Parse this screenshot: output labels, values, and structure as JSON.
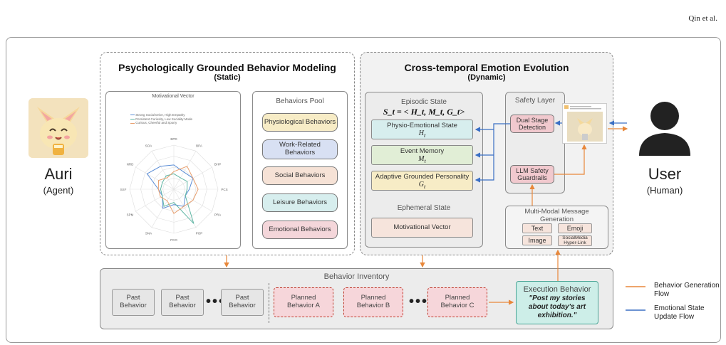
{
  "header": {
    "author": "Qin et al."
  },
  "agent": {
    "name": "Auri",
    "role": "(Agent)"
  },
  "user": {
    "name": "User",
    "role": "(Human)"
  },
  "static_section": {
    "title": "Psychologically Grounded Behavior Modeling",
    "subtitle": "(Static)",
    "motivational_vector": {
      "title": "Motivational Vector",
      "axes": [
        "BPD",
        "BPA",
        "BHP",
        "PCS",
        "PRA",
        "POP",
        "PCO",
        "SNA",
        "SPM",
        "SSF",
        "NRD",
        "SOA"
      ],
      "series": [
        {
          "name": "Strong Social Drive, High Empathy",
          "color": "#5b8dd6",
          "values": [
            0.55,
            0.45,
            0.5,
            0.35,
            0.3,
            0.45,
            0.35,
            0.5,
            0.3,
            0.35,
            0.7,
            0.6
          ]
        },
        {
          "name": "Persistent Curiosity, Low Sociality Mode",
          "color": "#5fb6a4",
          "values": [
            0.35,
            0.3,
            0.35,
            0.3,
            0.3,
            0.9,
            0.3,
            0.45,
            0.3,
            0.3,
            0.3,
            0.35
          ]
        },
        {
          "name": "Curious, Cheerful and Sporty",
          "color": "#e8a070",
          "values": [
            0.4,
            0.6,
            0.5,
            0.55,
            0.5,
            0.45,
            0.55,
            0.3,
            0.35,
            0.35,
            0.4,
            0.3
          ]
        }
      ]
    },
    "behaviors_pool": {
      "title": "Behaviors Pool",
      "items": [
        {
          "label": "Physiological Behaviors",
          "color": "#f7ecc6"
        },
        {
          "label": "Work-Related Behaviors",
          "color": "#d8e0f3"
        },
        {
          "label": "Social Behaviors",
          "color": "#f6e2d6"
        },
        {
          "label": "Leisure Behaviors",
          "color": "#d7eeee"
        },
        {
          "label": "Emotional Behaviors",
          "color": "#f4d6da"
        }
      ]
    }
  },
  "dynamic_section": {
    "title": "Cross-temporal Emotion Evolution",
    "subtitle": "(Dynamic)",
    "episodic": {
      "title": "Episodic State",
      "formula": "S_t = < H_t, M_t, G_t>",
      "states": [
        {
          "label": "Physio-Emotional State",
          "symbol": "H",
          "sub": "t",
          "color": "#d7eeee"
        },
        {
          "label": "Event Memory",
          "symbol": "M",
          "sub": "t",
          "color": "#e1eed6"
        },
        {
          "label": "Adaptive Grounded Personality",
          "symbol": "G",
          "sub": "t",
          "color": "#f7ecc6"
        }
      ]
    },
    "ephemeral": {
      "title": "Ephemeral State",
      "item": "Motivational Vector"
    },
    "safety": {
      "title": "Safety Layer",
      "items": [
        "Dual Stage Detection",
        "LLM Safety Guardrails"
      ]
    },
    "multimodal": {
      "title": "Multi-Modal Message Generation",
      "chips": [
        "Text",
        "Emoji",
        "Image",
        "SocialMedia Hyper-Link"
      ]
    }
  },
  "inventory": {
    "title": "Behavior Inventory",
    "past": [
      "Past Behavior",
      "Past Behavior",
      "Past Behavior"
    ],
    "planned": [
      "Planned Behavior A",
      "Planned Behavior B",
      "Planned Behavior C"
    ],
    "execution": {
      "title": "Execution Behavior",
      "quote": "\"Post my stories about today's art exhibition.\""
    }
  },
  "legend": [
    {
      "label": "Behavior Generation Flow",
      "color": "#e8873a"
    },
    {
      "label": "Emotional State Update Flow",
      "color": "#3a6fc4"
    }
  ],
  "colors": {
    "orange": "#e8873a",
    "blue": "#3a6fc4"
  }
}
